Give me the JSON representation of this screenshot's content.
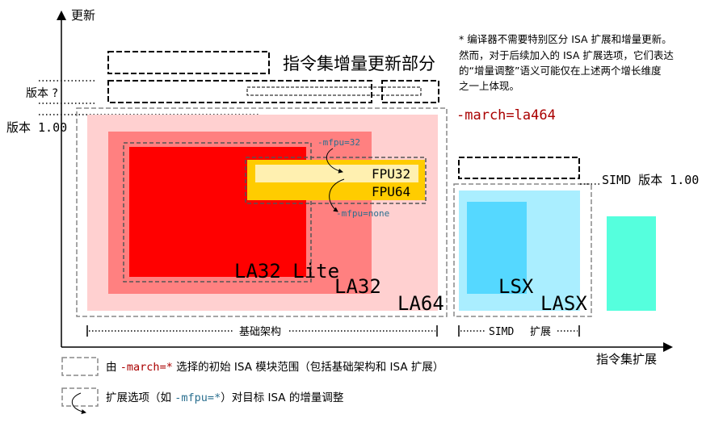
{
  "axes": {
    "y_label": "更新",
    "x_label": "指令集扩展"
  },
  "versions": {
    "unknown": "版本 ?",
    "v100": "版本 1.00",
    "simd_v100": "SIMD 版本 1.00"
  },
  "incremental_title": "指令集增量更新部分",
  "note": {
    "line1": "* 编译器不需要特别区分 ISA 扩展和增量更新。",
    "line2": "然而，对于后续加入的 ISA 扩展选项，它们表达",
    "line3": "的“增量调整”语义可能仅在上述两个增长维度",
    "line4": "之一上体现。"
  },
  "march_label": "-march=la464",
  "mfpu_32": "-mfpu=32",
  "mfpu_none": "-mfpu=none",
  "fpu32": "FPU32",
  "fpu64": "FPU64",
  "la32_lite": "LA32 Lite",
  "la32": "LA32",
  "la64": "LA64",
  "lsx": "LSX",
  "lasx": "LASX",
  "bracket_base": "基础架构",
  "bracket_simd_pre": "SIMD",
  "bracket_simd_post": "扩展",
  "legend": {
    "item1_pre": "由 ",
    "item1_code": "-march=*",
    "item1_post": " 选择的初始 ISA 模块范围（包括基础架构和 ISA 扩展）",
    "item2_pre": "扩展选项（如 ",
    "item2_code": "-mfpu=*",
    "item2_post": "）对目标 ISA 的增量调整"
  },
  "colors": {
    "la64_fill": "#ffd0d0",
    "la32_fill": "#ff8080",
    "la32lite_fill": "#ff0000",
    "fpu64_fill": "#ffcc00",
    "fpu32_fill": "#fff0b0",
    "lasx_fill": "#aaeeff",
    "lsx_fill": "#55d8ff",
    "extra_fill": "#55ffdd",
    "march_red": "#aa0000",
    "mfpu_teal": "#2a6f8f"
  }
}
